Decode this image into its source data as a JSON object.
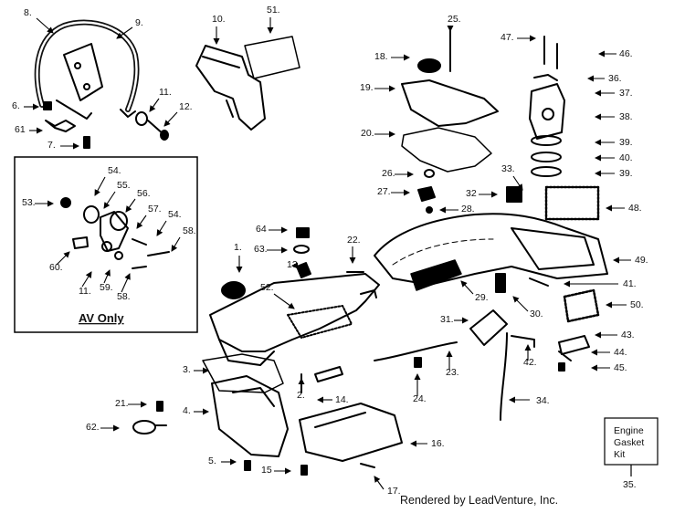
{
  "diagram": {
    "part_labels": [
      "1.",
      "2.",
      "3.",
      "4.",
      "5.",
      "6.",
      "7.",
      "8.",
      "9.",
      "10.",
      "11.",
      "12.",
      "13.",
      "14.",
      "15",
      "16.",
      "17.",
      "18.",
      "19.",
      "20.",
      "21.",
      "22.",
      "23.",
      "24.",
      "25.",
      "26.",
      "27.",
      "28.",
      "29.",
      "30.",
      "31.",
      "32",
      "33.",
      "34.",
      "35.",
      "36.",
      "37.",
      "38.",
      "39.",
      "40.",
      "39.",
      "41.",
      "42.",
      "43.",
      "44.",
      "45.",
      "46.",
      "47.",
      "48.",
      "49.",
      "50.",
      "51.",
      "52.",
      "53.",
      "54.",
      "55.",
      "56.",
      "57.",
      "54.",
      "58.",
      "11.",
      "59.",
      "58.",
      "60.",
      "61",
      "62.",
      "63.",
      "64"
    ],
    "inset_title": "AV Only",
    "kit_box": {
      "line1": "Engine",
      "line2": "Gasket",
      "line3": "Kit"
    },
    "credit": "Rendered by LeadVenture, Inc."
  }
}
